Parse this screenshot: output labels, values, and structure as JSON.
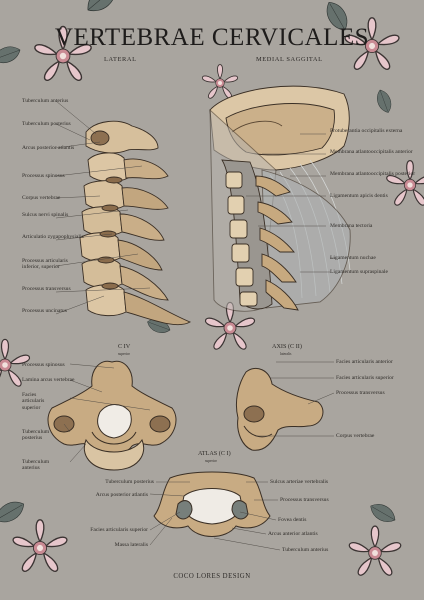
{
  "title": "VERTEBRAE CERVICALES",
  "views": {
    "lateral": "LATERAL",
    "medial": "MEDIAL SAGGITAL"
  },
  "colors": {
    "background": "#a9a59f",
    "bone": "#d9c3a2",
    "bone_shade": "#8c6f4e",
    "flower": "#e8c8cd",
    "leaf": "#5f6a66"
  },
  "lateral_labels": [
    "Tuberculum anterius",
    "Tuberculum posterius",
    "Arcus posterior atlantis",
    "Processus spinosus",
    "Corpus vertebrae",
    "Sulcus nervi spinalis",
    "Articulatio zygapophysialis",
    "Processus articularis inferior, superior",
    "Processus transversus",
    "Processus uncinatus"
  ],
  "medial_labels": [
    "Protuberantia occipitalis externa",
    "Membrana atlantooccipitalis anterior",
    "Membrana atlantooccipitalis posterior",
    "Ligamentum apicis dentis",
    "Membrana tectoria",
    "Ligamentum nuchae",
    "Ligamentum supraspinale"
  ],
  "civ": {
    "heading": "C IV",
    "subheading": "superior",
    "labels": [
      "Processus spinosus",
      "Lamina arcus vertebrae",
      "Facies articularis superior",
      "Tuberculum posterius",
      "Tuberculum anterius"
    ]
  },
  "axis": {
    "heading": "AXIS (C II)",
    "subheading": "lateralis",
    "labels": [
      "Facies articularis anterior",
      "Facies articularis superior",
      "Processus transversus",
      "Corpus vertebrae"
    ]
  },
  "atlas": {
    "heading": "ATLAS (C I)",
    "subheading": "superior",
    "left_labels": [
      "Tuberculum posterius",
      "Arcus posterior atlantis",
      "Facies articularis superior",
      "Massa lateralis"
    ],
    "right_labels": [
      "Sulcus arteriae vertebralis",
      "Processus transversus",
      "Fovea dentis",
      "Arcus anterior atlantis",
      "Tuberculum anterius"
    ]
  },
  "credit": "COCO LORES DESIGN"
}
